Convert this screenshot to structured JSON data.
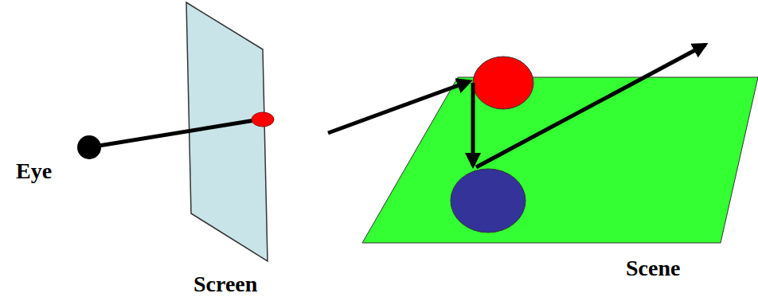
{
  "diagram": {
    "labels": [
      "Eye",
      "Screen",
      "Scene"
    ]
  }
}
